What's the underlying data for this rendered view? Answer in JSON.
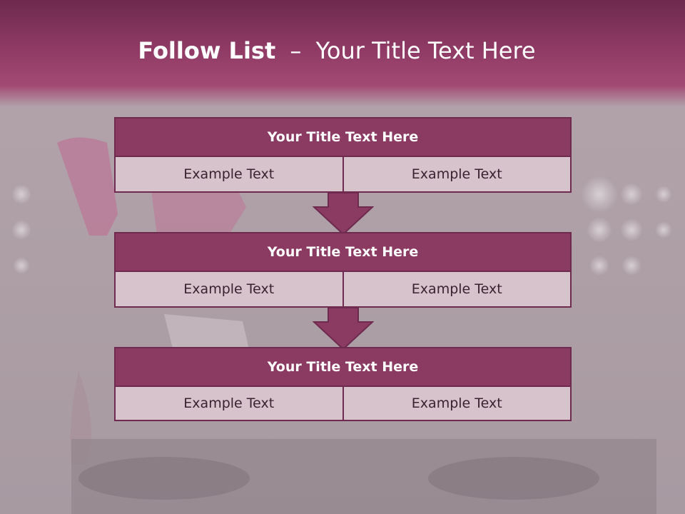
{
  "header": {
    "title_bold": "Follow List",
    "title_dash": "–",
    "title_rest": "Your Title Text Here"
  },
  "blocks": [
    {
      "title": "Your Title Text Here",
      "left": "Example Text",
      "right": "Example Text"
    },
    {
      "title": "Your Title Text Here",
      "left": "Example Text",
      "right": "Example Text"
    },
    {
      "title": "Your Title Text Here",
      "left": "Example Text",
      "right": "Example Text"
    }
  ],
  "colors": {
    "accent": "#8b3a62",
    "border": "#6e2a4f",
    "cell": "#d6c3cc",
    "header_band": "#9a416c"
  }
}
